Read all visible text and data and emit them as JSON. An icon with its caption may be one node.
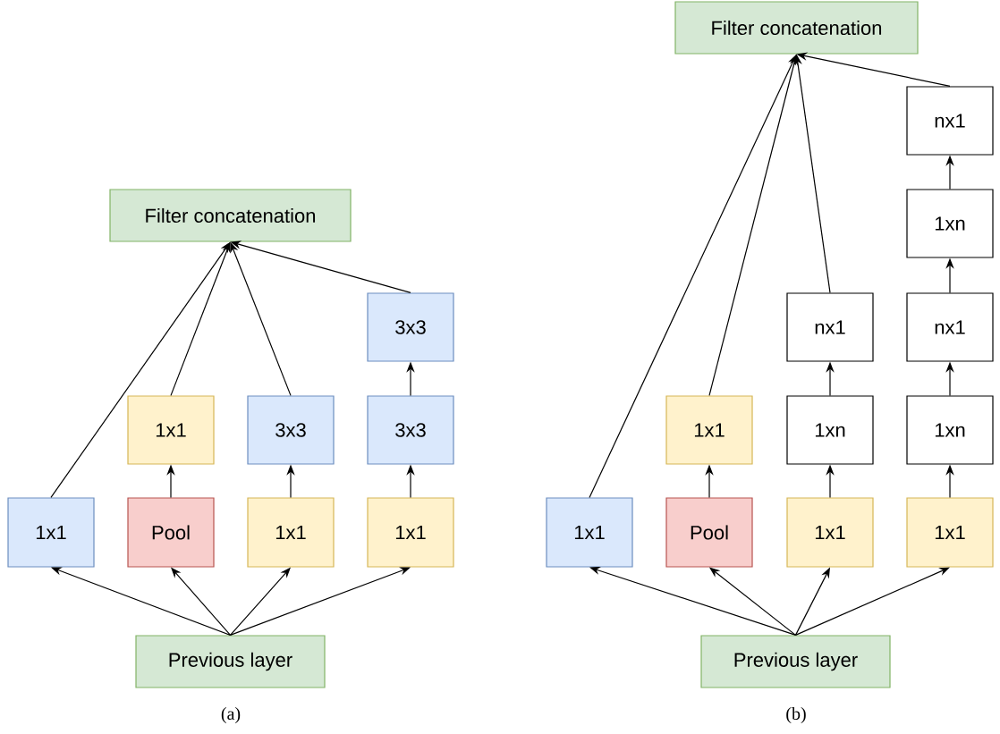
{
  "diagram": {
    "nodes": [
      {
        "text": [
          "Filter concatenation"
        ]
      },
      {
        "text": [
          "3x3"
        ]
      },
      {
        "text": [
          "1x1"
        ]
      },
      {
        "text": [
          "3x3"
        ]
      },
      {
        "text": [
          "3x3"
        ]
      },
      {
        "text": [
          "1x1"
        ]
      },
      {
        "text": [
          "Pool"
        ]
      },
      {
        "text": [
          "1x1"
        ]
      },
      {
        "text": [
          "1x1"
        ]
      },
      {
        "text": [
          "Previous layer"
        ]
      },
      {
        "text": [
          "Filter concatenation"
        ]
      },
      {
        "text": [
          "nx1"
        ]
      },
      {
        "text": [
          "1xn"
        ]
      },
      {
        "text": [
          "nx1"
        ]
      },
      {
        "text": [
          "nx1"
        ]
      },
      {
        "text": [
          "1x1"
        ]
      },
      {
        "text": [
          "1xn"
        ]
      },
      {
        "text": [
          "1xn"
        ]
      },
      {
        "text": [
          "1x1"
        ]
      },
      {
        "text": [
          "Pool"
        ]
      },
      {
        "text": [
          "1x1"
        ]
      },
      {
        "text": [
          "1x1"
        ]
      },
      {
        "text": [
          "Previous layer"
        ]
      }
    ],
    "edges": [
      {
        "from": 9,
        "to": 5,
        "arrow": "to"
      },
      {
        "from": 9,
        "to": 6,
        "arrow": "to"
      },
      {
        "from": 9,
        "to": 7,
        "arrow": "to"
      },
      {
        "from": 9,
        "to": 8,
        "arrow": "to"
      },
      {
        "from": 6,
        "to": 2,
        "arrow": "to"
      },
      {
        "from": 7,
        "to": 3,
        "arrow": "to"
      },
      {
        "from": 8,
        "to": 4,
        "arrow": "to"
      },
      {
        "from": 4,
        "to": 1,
        "arrow": "to"
      },
      {
        "from": 5,
        "to": 0,
        "arrow": "to"
      },
      {
        "from": 2,
        "to": 0,
        "arrow": "to"
      },
      {
        "from": 3,
        "to": 0,
        "arrow": "to"
      },
      {
        "from": 1,
        "to": 0,
        "arrow": "to"
      },
      {
        "from": 22,
        "to": 18,
        "arrow": "to"
      },
      {
        "from": 22,
        "to": 19,
        "arrow": "to"
      },
      {
        "from": 22,
        "to": 20,
        "arrow": "to"
      },
      {
        "from": 22,
        "to": 21,
        "arrow": "to"
      },
      {
        "from": 19,
        "to": 15,
        "arrow": "to"
      },
      {
        "from": 20,
        "to": 16,
        "arrow": "to"
      },
      {
        "from": 16,
        "to": 13,
        "arrow": "to"
      },
      {
        "from": 21,
        "to": 17,
        "arrow": "to"
      },
      {
        "from": 17,
        "to": 14,
        "arrow": "to"
      },
      {
        "from": 14,
        "to": 12,
        "arrow": "to"
      },
      {
        "from": 12,
        "to": 11,
        "arrow": "to"
      },
      {
        "from": 18,
        "to": 10,
        "arrow": "to"
      },
      {
        "from": 15,
        "to": 10,
        "arrow": "to"
      },
      {
        "from": 13,
        "to": 10,
        "arrow": "to"
      },
      {
        "from": 11,
        "to": 10,
        "arrow": "to"
      }
    ],
    "labels": [
      "(a)",
      "(b)"
    ]
  }
}
